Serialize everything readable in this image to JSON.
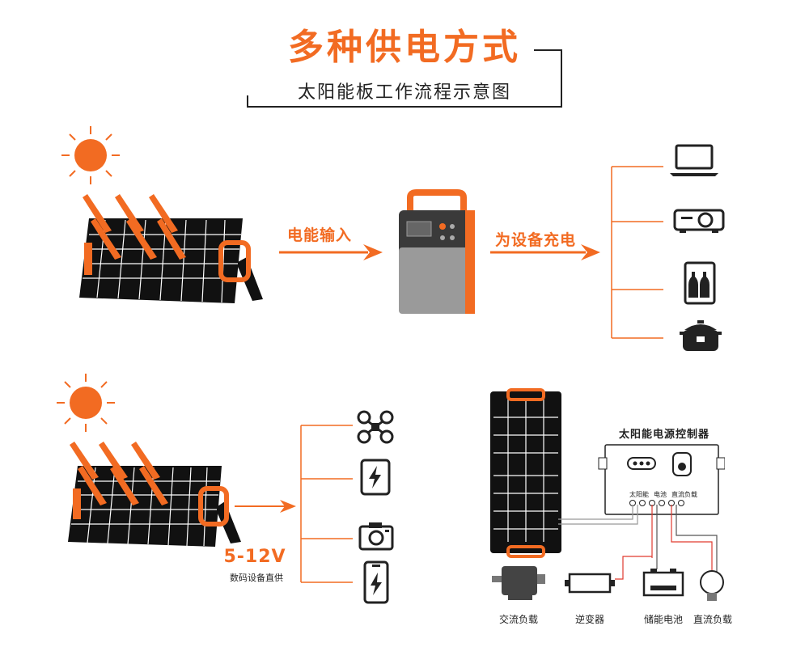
{
  "header": {
    "title": "多种供电方式",
    "subtitle": "太阳能板工作流程示意图"
  },
  "flow_top": {
    "input_label": "电能输入",
    "output_label": "为设备充电",
    "devices": [
      {
        "icon": "laptop-icon"
      },
      {
        "icon": "projector-icon"
      },
      {
        "icon": "mini-fridge-icon"
      },
      {
        "icon": "rice-cooker-icon"
      }
    ]
  },
  "flow_bottom": {
    "voltage": "5-12V",
    "voltage_note": "数码设备直供",
    "devices": [
      {
        "icon": "drone-icon"
      },
      {
        "icon": "tablet-icon"
      },
      {
        "icon": "camera-icon"
      },
      {
        "icon": "phone-icon"
      }
    ]
  },
  "controller": {
    "title": "太阳能电源控制器",
    "terminals": [
      "太阳能",
      "电池",
      "直流负载"
    ],
    "components": [
      {
        "label": "交流负载",
        "icon": "ac-motor-icon"
      },
      {
        "label": "逆变器",
        "icon": "inverter-icon"
      },
      {
        "label": "储能电池",
        "icon": "battery-icon"
      },
      {
        "label": "直流负载",
        "icon": "light-bulb-icon"
      }
    ]
  },
  "colors": {
    "accent": "#f26b22",
    "panel": "#111111",
    "wire_red": "#e03a2f"
  }
}
